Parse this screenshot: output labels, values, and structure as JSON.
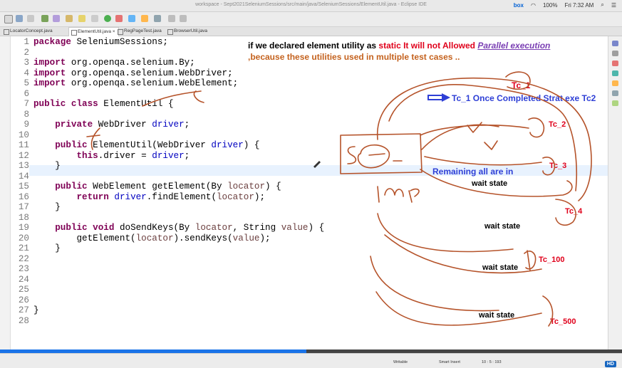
{
  "menubar": {
    "window_title": "workspace - Sept2021SeleniumSessions/src/main/java/SeleniumSessions/ElementUtil.java - Eclipse IDE",
    "box": "box",
    "battery": "100%",
    "clock": "Fri 7:32 AM"
  },
  "tabs": [
    {
      "label": "LocatorConcept.java"
    },
    {
      "label": "ElementUtil.java"
    },
    {
      "label": "RegPageTest.java"
    },
    {
      "label": "BrowserUtil.java"
    }
  ],
  "code_lines": [
    {
      "n": "1",
      "text": "package SeleniumSessions;"
    },
    {
      "n": "2",
      "text": ""
    },
    {
      "n": "3",
      "text": "import org.openqa.selenium.By;"
    },
    {
      "n": "4",
      "text": "import org.openqa.selenium.WebDriver;"
    },
    {
      "n": "5",
      "text": "import org.openqa.selenium.WebElement;"
    },
    {
      "n": "6",
      "text": ""
    },
    {
      "n": "7",
      "text": "public class ElementUtil {"
    },
    {
      "n": "8",
      "text": ""
    },
    {
      "n": "9",
      "text": "    private WebDriver driver;"
    },
    {
      "n": "10",
      "text": ""
    },
    {
      "n": "11",
      "text": "    public ElementUtil(WebDriver driver) {"
    },
    {
      "n": "12",
      "text": "        this.driver = driver;"
    },
    {
      "n": "13",
      "text": "    }"
    },
    {
      "n": "14",
      "text": ""
    },
    {
      "n": "15",
      "text": "    public WebElement getElement(By locator) {"
    },
    {
      "n": "16",
      "text": "        return driver.findElement(locator);"
    },
    {
      "n": "17",
      "text": "    }"
    },
    {
      "n": "18",
      "text": ""
    },
    {
      "n": "19",
      "text": "    public void doSendKeys(By locator, String value) {"
    },
    {
      "n": "20",
      "text": "        getElement(locator).sendKeys(value);"
    },
    {
      "n": "21",
      "text": "    }"
    },
    {
      "n": "22",
      "text": ""
    },
    {
      "n": "23",
      "text": ""
    },
    {
      "n": "24",
      "text": ""
    },
    {
      "n": "25",
      "text": ""
    },
    {
      "n": "26",
      "text": ""
    },
    {
      "n": "27",
      "text": "}"
    },
    {
      "n": "28",
      "text": ""
    }
  ],
  "notes": {
    "line1_part1": "if we declared element utility as ",
    "line1_static": "static",
    "line1_part2": " It will not Allowed ",
    "line1_link": "Parallel execution",
    "line2": ",because these utilities used in multiple test cases ..",
    "tc1": "Tc_1",
    "tc1_completed": "Tc_1 Once Completed  Strat exe Tc2",
    "tc2": "Tc_2",
    "tc3": "Tc_3",
    "tc4": "Tc_4",
    "tc100": "Tc_100",
    "tc500": "Tc_500",
    "remaining": "Remaining all are in",
    "wait1": "wait state",
    "wait2": "wait state",
    "wait3": "wait state",
    "wait4": "wait state"
  },
  "statusbar": {
    "mode": "Writable",
    "insert": "Smart Insert",
    "position": "10 : 5 : 193",
    "hd": "HD"
  },
  "colors": {
    "note_red": "#e0001b",
    "note_orange": "#c4621e",
    "note_blue": "#2e3fd6",
    "note_purple": "#7a3fb3",
    "ink_stroke": "#b5532a",
    "progress": "#1a73e8"
  }
}
